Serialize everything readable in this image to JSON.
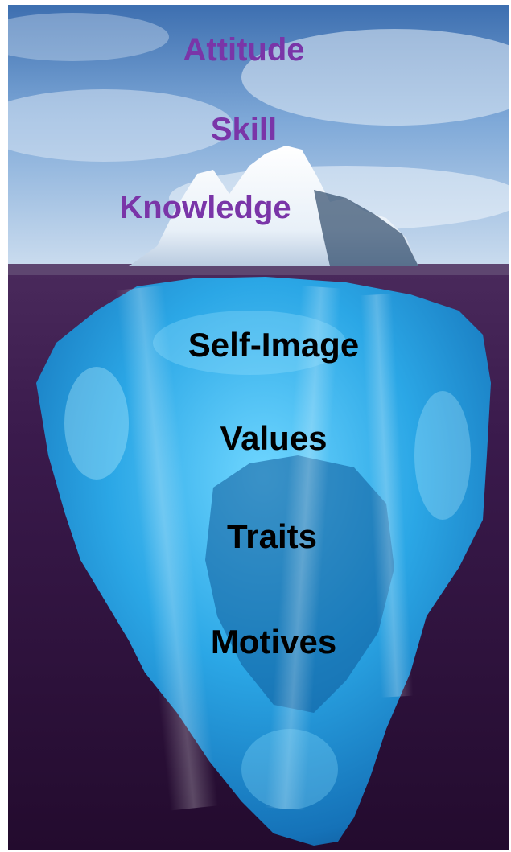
{
  "above_water_labels": [
    "Attitude",
    "Skill",
    "Knowledge"
  ],
  "below_water_labels": [
    "Self-Image",
    "Values",
    "Traits",
    "Motives"
  ],
  "colors": {
    "above_text": "#7a35a8",
    "below_text": "#000000",
    "sky": "#4f86c8",
    "deep_water": "#2b1036",
    "ice_glow": "#2aa9e6"
  }
}
